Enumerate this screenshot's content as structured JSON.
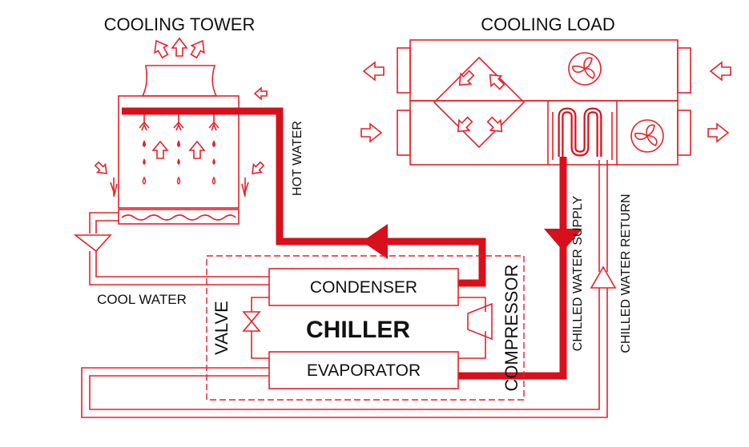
{
  "labels": {
    "cooling_tower": "COOLING TOWER",
    "cooling_load": "COOLING LOAD",
    "hot_water": "HOT WATER",
    "cool_water": "COOL WATER",
    "condenser": "CONDENSER",
    "chiller": "CHILLER",
    "evaporator": "EVAPORATOR",
    "valve": "VALVE",
    "compressor": "COMPRESSOR",
    "chilled_water_supply": "CHILLED WATER SUPPLY",
    "chilled_water_return": "CHILLED WATER RETURN"
  },
  "colors": {
    "line": "#e8202a",
    "pipe": "#d8101c",
    "text": "#111111"
  }
}
